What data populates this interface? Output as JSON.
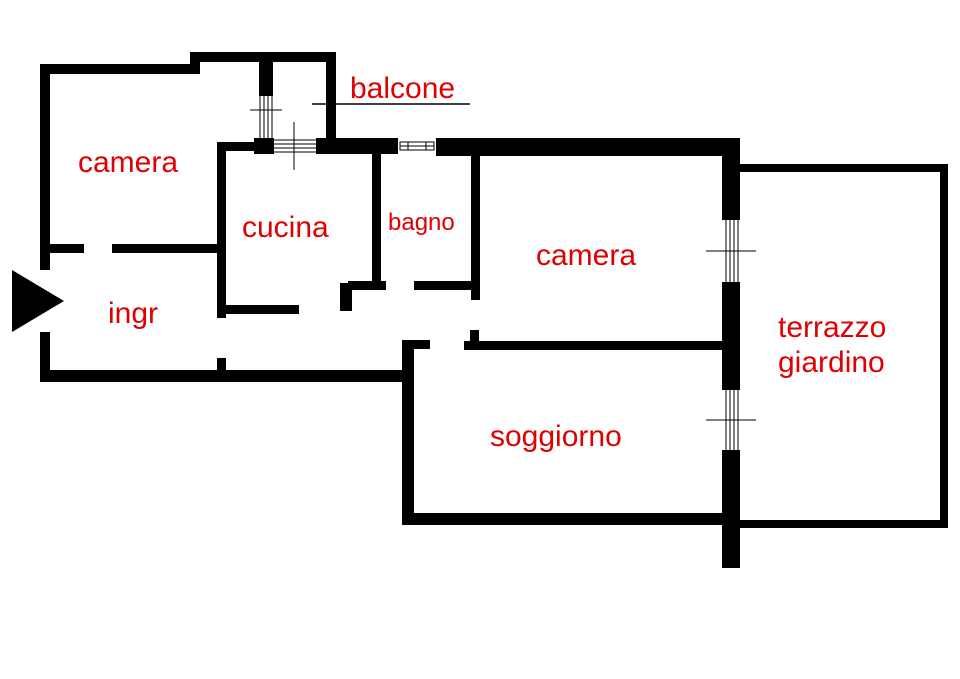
{
  "labels": {
    "camera_left": "camera",
    "cucina": "cucina",
    "bagno": "bagno",
    "camera_right": "camera",
    "ingr": "ingr",
    "soggiorno": "soggiorno",
    "terrazzo_line1": "terrazzo",
    "terrazzo_line2": "giardino",
    "balcone": "balcone"
  },
  "colors": {
    "wall": "#000000",
    "label": "#e00000",
    "background": "#ffffff"
  },
  "icons": {
    "entrance": "entrance-arrow-icon"
  }
}
